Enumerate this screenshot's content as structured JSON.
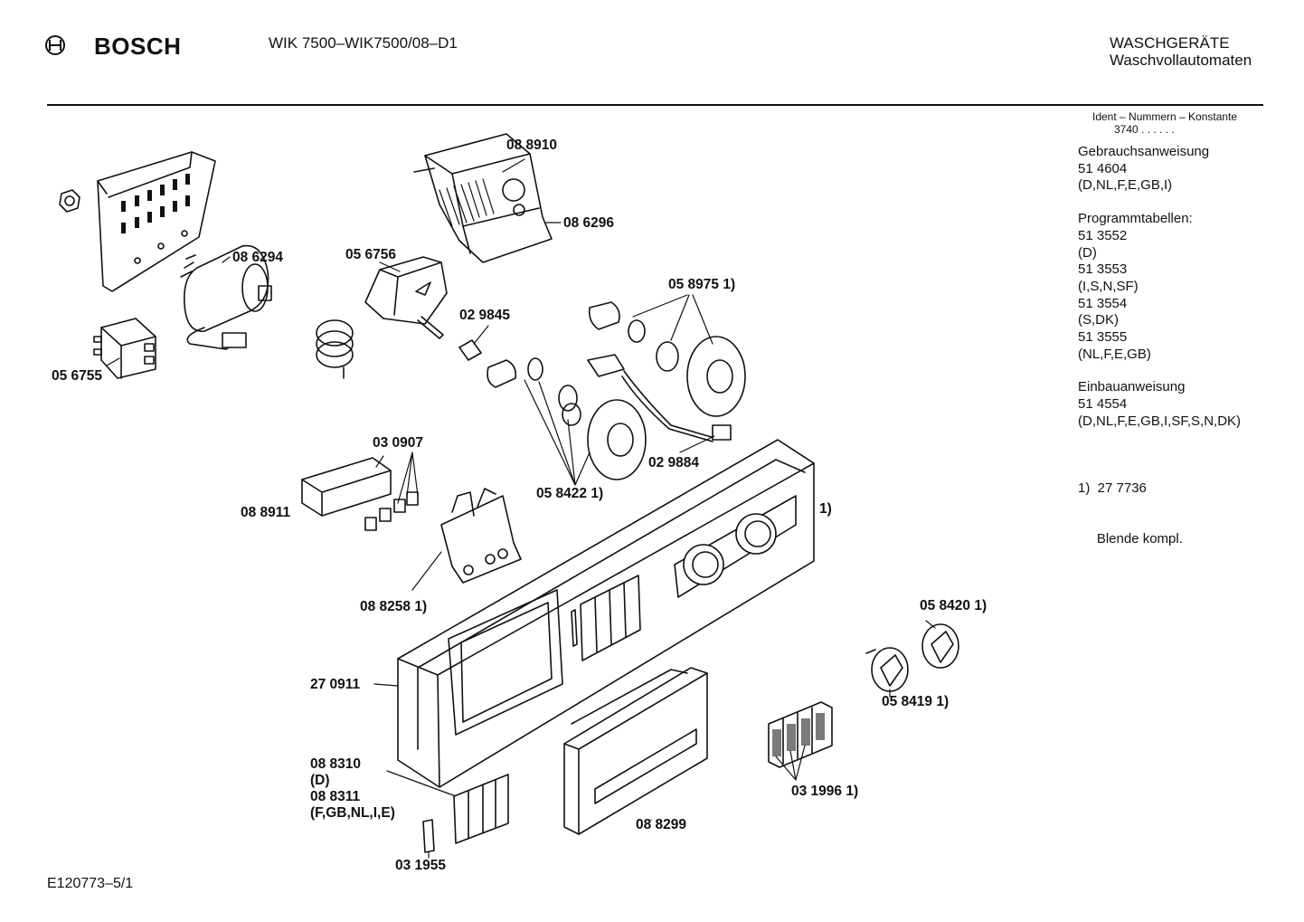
{
  "header": {
    "brand": "BOSCH",
    "model": "WIK 7500–WIK7500/08–D1",
    "category_line1": "WASCHGERÄTE",
    "category_line2": "Waschvollautomaten"
  },
  "sidebar": {
    "ident_title": "Ident – Nummern – Konstante",
    "ident_value": "3740 . .  . . . .",
    "blocks": [
      {
        "lines": [
          "Gebrauchsanweisung",
          "51 4604",
          "(D,NL,F,E,GB,I)"
        ]
      },
      {
        "lines": [
          "Programmtabellen:",
          "51 3552",
          "(D)",
          "51 3553",
          "(I,S,N,SF)",
          "51 3554",
          "(S,DK)",
          "51 3555",
          "(NL,F,E,GB)"
        ]
      },
      {
        "lines": [
          "Einbauanweisung",
          "51 4554",
          "(D,NL,F,E,GB,I,SF,S,N,DK)"
        ]
      },
      {
        "lines": [
          "1)  27 7736",
          "     Blende kompl."
        ]
      }
    ]
  },
  "part_labels": {
    "p088910": "08 8910",
    "p086296": "08 6296",
    "p086294": "08 6294",
    "p056756": "05 6756",
    "p056755": "05 6755",
    "p029845": "02 9845",
    "p0589751": "05 8975 1)",
    "p029884": "02 9884",
    "p030907": "03 0907",
    "p088911": "08 8911",
    "p0584221": "05 8422 1)",
    "p0882581": "08 8258 1)",
    "p1": "1)",
    "p0584201": "05 8420 1)",
    "p0584191": "05 8419 1)",
    "p270911": "27 0911",
    "p088310": "08 8310",
    "pD": "(D)",
    "p088311": "08 8311",
    "pF": "(F,GB,NL,I,E)",
    "p031955": "03 1955",
    "p088299": "08 8299",
    "p0319961": "03 1996 1)"
  },
  "footer": {
    "code": "E120773–5/1"
  },
  "icons": [
    "bosch-armature-logo-icon"
  ]
}
